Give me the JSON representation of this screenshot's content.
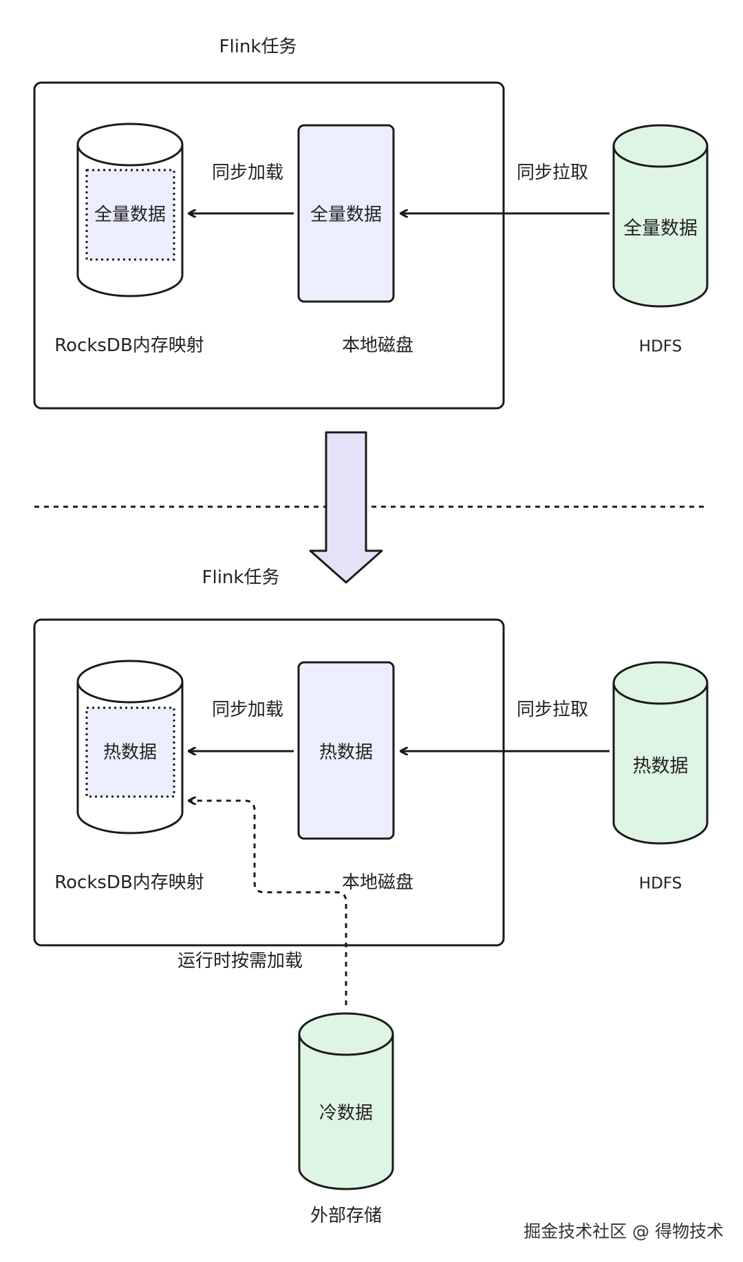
{
  "colors": {
    "stroke": "#1a1a1a",
    "disk_fill": "#eceefd",
    "hdfs_fill": "#dff5e3",
    "inner_fill": "#eceefd",
    "big_arrow_fill": "#e6e1f8"
  },
  "icons": {
    "down_arrow": "big-down-arrow-icon"
  },
  "top": {
    "title": "Flink任务",
    "sync_load": "同步加载",
    "sync_pull": "同步拉取",
    "rocks_data": "全量数据",
    "disk_data": "全量数据",
    "hdfs_data": "全量数据",
    "rocks_label": "RocksDB内存映射",
    "disk_label": "本地磁盘",
    "hdfs_label": "HDFS"
  },
  "bottom": {
    "title": "Flink任务",
    "sync_load": "同步加载",
    "sync_pull": "同步拉取",
    "rocks_data": "热数据",
    "disk_data": "热数据",
    "hdfs_data": "热数据",
    "rocks_label": "RocksDB内存映射",
    "disk_label": "本地磁盘",
    "hdfs_label": "HDFS",
    "on_demand": "运行时按需加载",
    "cold_data": "冷数据",
    "external_label": "外部存储"
  },
  "watermark": "掘金技术社区 @ 得物技术"
}
